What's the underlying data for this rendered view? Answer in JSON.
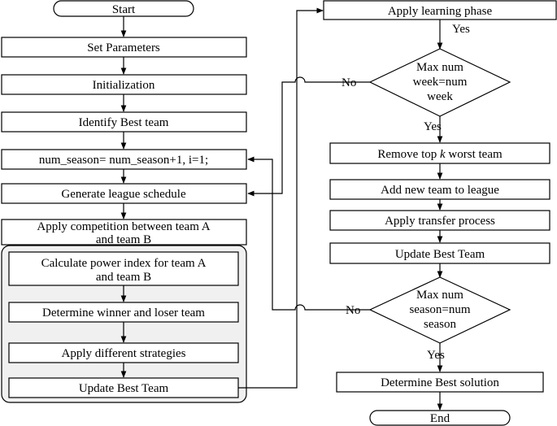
{
  "flowchart": {
    "left": {
      "start": "Start",
      "set_parameters": "Set Parameters",
      "initialization": "Initialization",
      "identify_best": "Identify Best team",
      "season_update": "num_season= num_season+1, i=1;",
      "generate_schedule": "Generate league schedule",
      "competition": [
        "Apply competition between team A",
        "and team B"
      ],
      "power_index": [
        "Calculate power index for team A",
        "and team B"
      ],
      "winner_loser": "Determine winner and loser team",
      "strategies": "Apply different strategies",
      "update_best": "Update Best Team"
    },
    "right": {
      "learning_phase": "Apply learning phase",
      "week_decision": [
        "Max num",
        "week=num",
        "week"
      ],
      "remove_worst": [
        "Remove top ",
        "k",
        " worst team"
      ],
      "add_team": "Add new team to league",
      "transfer": "Apply transfer process",
      "update_best": "Update Best Team",
      "season_decision": [
        "Max num",
        "season=num",
        "season"
      ],
      "determine_solution": "Determine Best solution",
      "end": "End"
    },
    "edge_labels": {
      "yes_after_learning": "Yes",
      "yes_week": "Yes",
      "no_week": "No",
      "yes_season": "Yes",
      "no_season": "No"
    }
  }
}
